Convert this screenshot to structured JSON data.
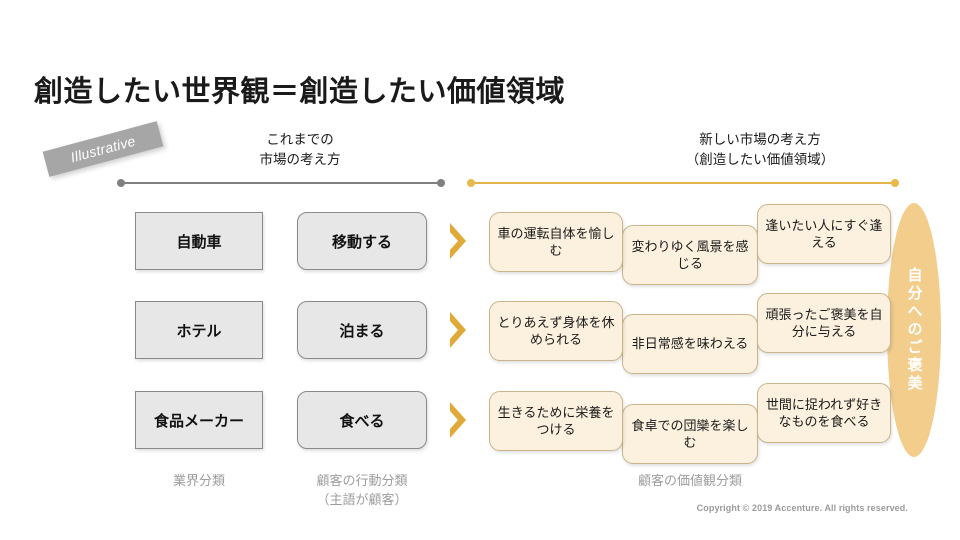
{
  "slide": {
    "title": "創造したい世界観＝創造したい価値領域",
    "ribbon_label": "Illustrative",
    "copyright": "Copyright © 2019 Accenture. All rights reserved.",
    "colors": {
      "accent_gold": "#e0b54a",
      "ellipse_fill": "#f2cd8c",
      "value_box_fill": "#fbf1de",
      "value_box_border": "#c9b48c",
      "grey_box_fill": "#e7e7e7",
      "grey_rule": "#808080",
      "caption_grey": "#9d9d9d"
    }
  },
  "headers": {
    "left_line1": "これまでの",
    "left_line2": "市場の考え方",
    "right_line1": "新しい市場の考え方",
    "right_line2": "（創造したい価値領域）"
  },
  "captions": {
    "industry": "業界分類",
    "action_line1": "顧客の行動分類",
    "action_line2": "（主語が顧客）",
    "values": "顧客の価値観分類"
  },
  "ellipse": {
    "label": "自分へのご褒美"
  },
  "icons": {
    "chevron": "chevron-right-icon"
  },
  "rows": [
    {
      "industry": "自動車",
      "action": "移動する",
      "values": [
        "車の運転自体を愉しむ",
        "変わりゆく風景を感じる",
        "逢いたい人にすぐ逢える"
      ]
    },
    {
      "industry": "ホテル",
      "action": "泊まる",
      "values": [
        "とりあえず身体を休められる",
        "非日常感を味わえる",
        "頑張ったご褒美を自分に与える"
      ]
    },
    {
      "industry": "食品メーカー",
      "action": "食べる",
      "values": [
        "生きるために栄養をつける",
        "食卓での団欒を楽しむ",
        "世間に捉われず好きなものを食べる"
      ]
    }
  ]
}
